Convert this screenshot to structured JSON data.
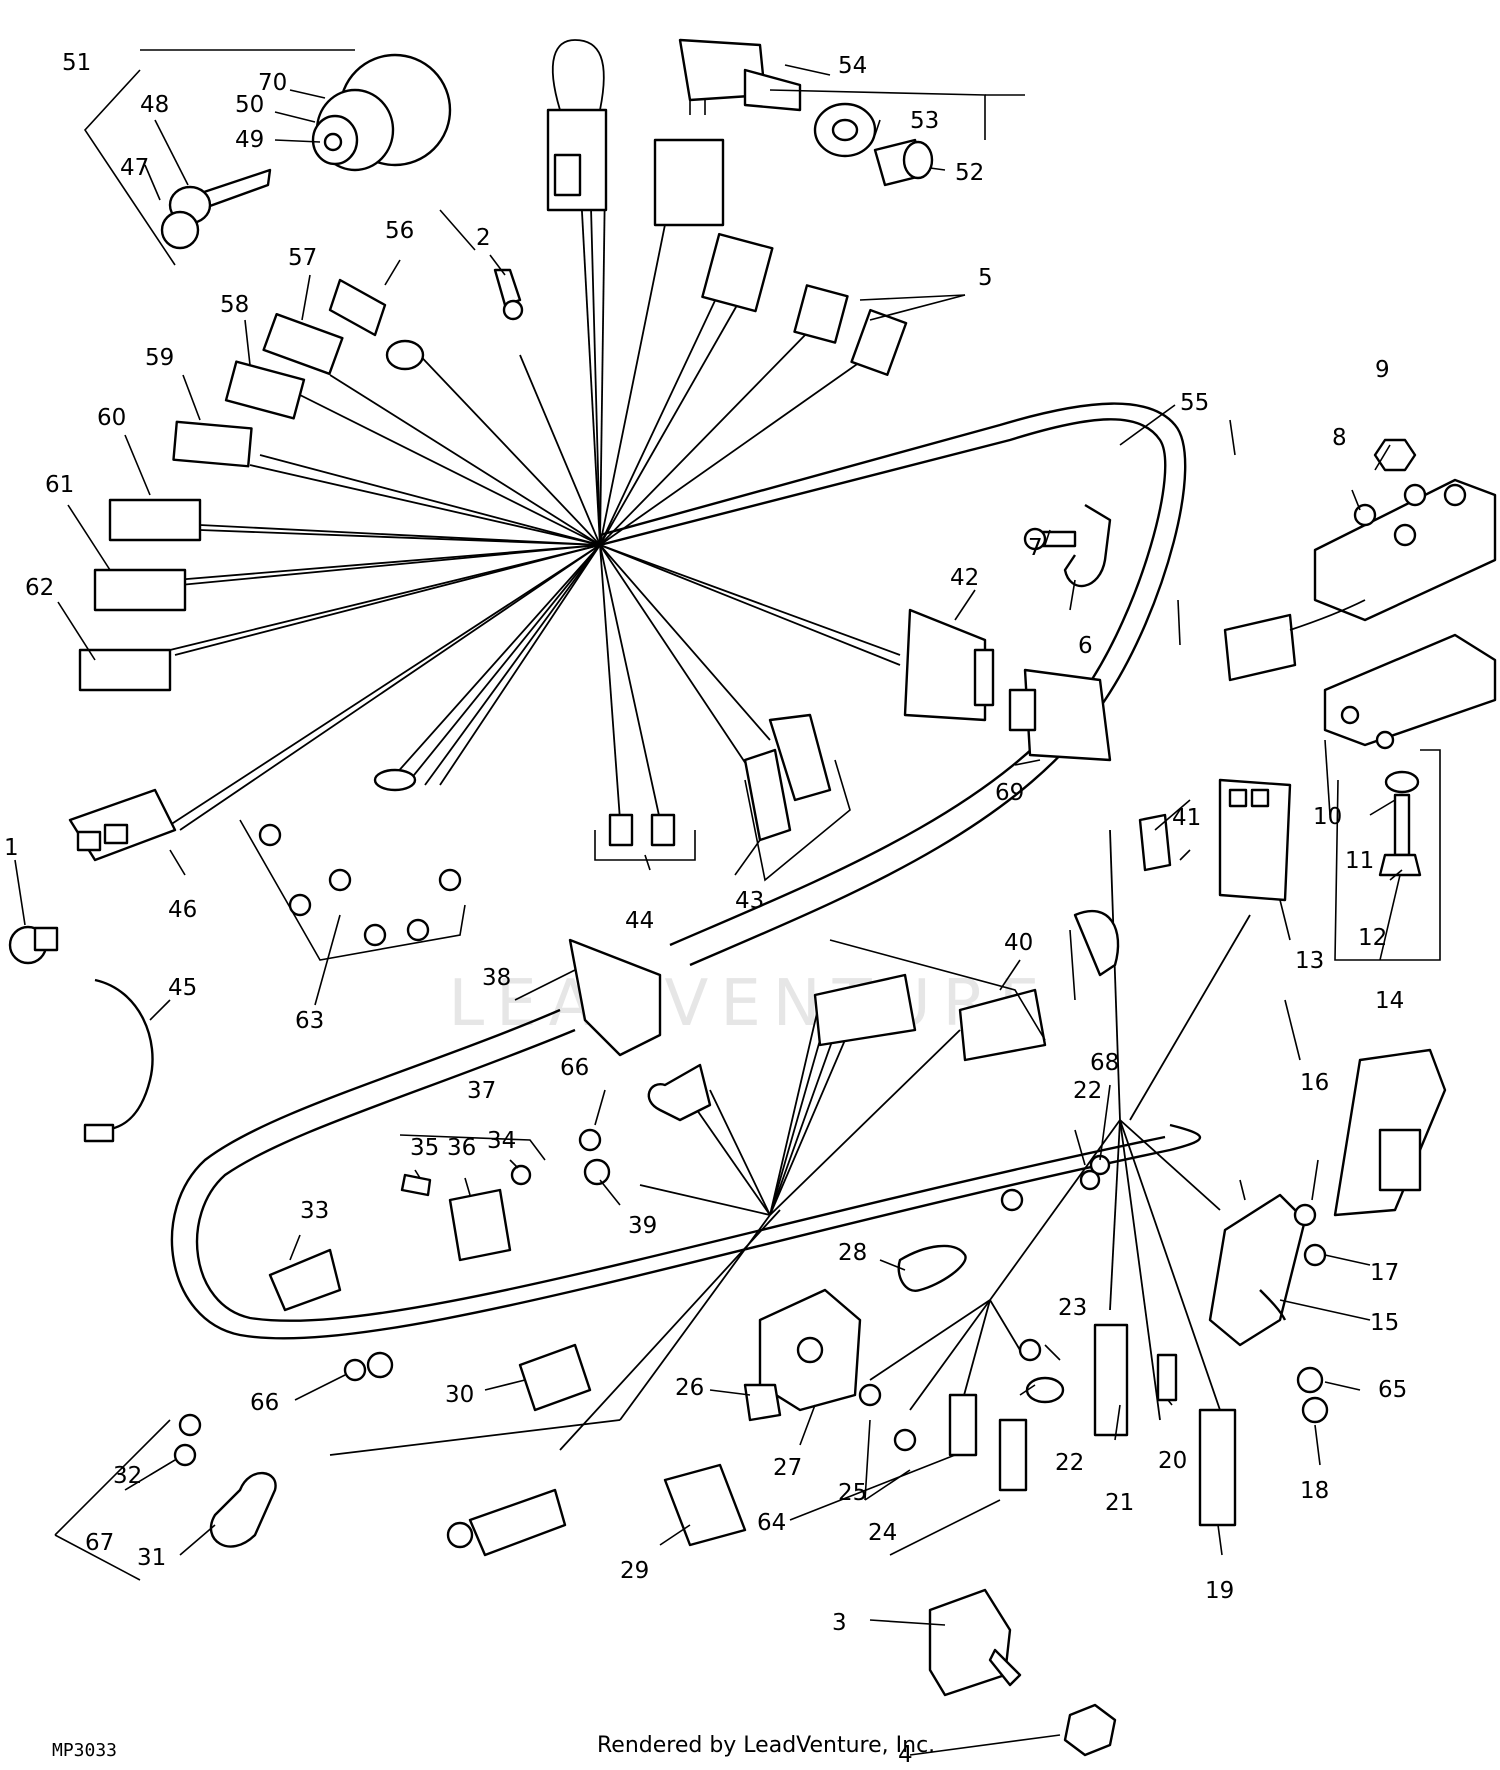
{
  "diagram": {
    "drawing_code": "MP3033",
    "credit": "Rendered by LeadVenture, Inc.",
    "watermark": "LEADVENTURE",
    "callouts": {
      "c1": "1",
      "c2": "2",
      "c3": "3",
      "c4": "4",
      "c5": "5",
      "c6": "6",
      "c7": "7",
      "c8": "8",
      "c9": "9",
      "c10": "10",
      "c11": "11",
      "c12": "12",
      "c13": "13",
      "c14": "14",
      "c15": "15",
      "c16": "16",
      "c17": "17",
      "c18": "18",
      "c19": "19",
      "c20": "20",
      "c21": "21",
      "c22a": "22",
      "c22b": "22",
      "c23": "23",
      "c24": "24",
      "c25": "25",
      "c26": "26",
      "c27": "27",
      "c28": "28",
      "c29": "29",
      "c30": "30",
      "c31": "31",
      "c32": "32",
      "c33": "33",
      "c34": "34",
      "c35": "35",
      "c36": "36",
      "c37": "37",
      "c38": "38",
      "c39": "39",
      "c40": "40",
      "c41": "41",
      "c42": "42",
      "c43": "43",
      "c44": "44",
      "c45": "45",
      "c46": "46",
      "c47": "47",
      "c48": "48",
      "c49": "49",
      "c50": "50",
      "c51": "51",
      "c52": "52",
      "c53": "53",
      "c54": "54",
      "c55": "55",
      "c56": "56",
      "c57": "57",
      "c58": "58",
      "c59": "59",
      "c60": "60",
      "c61": "61",
      "c62": "62",
      "c63": "63",
      "c64": "64",
      "c65": "65",
      "c66a": "66",
      "c66b": "66",
      "c67": "67",
      "c68": "68",
      "c69": "69",
      "c70": "70"
    }
  }
}
